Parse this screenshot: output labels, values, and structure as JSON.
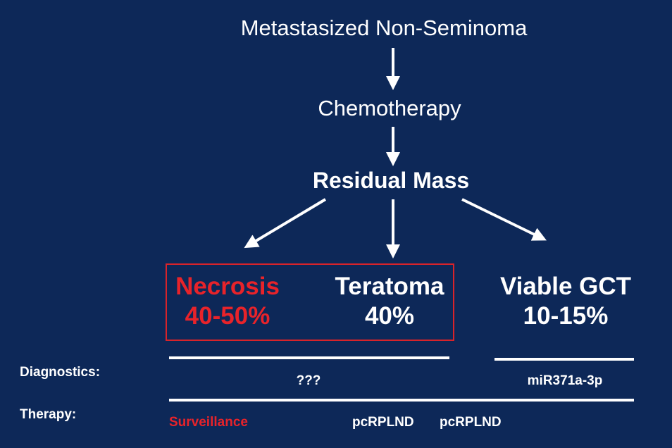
{
  "flow": {
    "start": "Metastasized Non-Seminoma",
    "step2": "Chemotherapy",
    "step3": "Residual Mass"
  },
  "outcomes": [
    {
      "name": "Necrosis",
      "percent": "40-50%",
      "color": "#e8232a"
    },
    {
      "name": "Teratoma",
      "percent": "40%",
      "color": "#ffffff"
    },
    {
      "name": "Viable GCT",
      "percent": "10-15%",
      "color": "#ffffff"
    }
  ],
  "rows": {
    "diagnostics": {
      "label": "Diagnostics:",
      "left_value": "???",
      "right_value": "miR371a-3p"
    },
    "therapy": {
      "label": "Therapy:",
      "surveillance": "Surveillance",
      "pcrplnd_1": "pcRPLND",
      "pcrplnd_2": "pcRPLND"
    }
  },
  "colors": {
    "background": "#0d2858",
    "accent_red": "#e8232a",
    "text": "#ffffff"
  }
}
